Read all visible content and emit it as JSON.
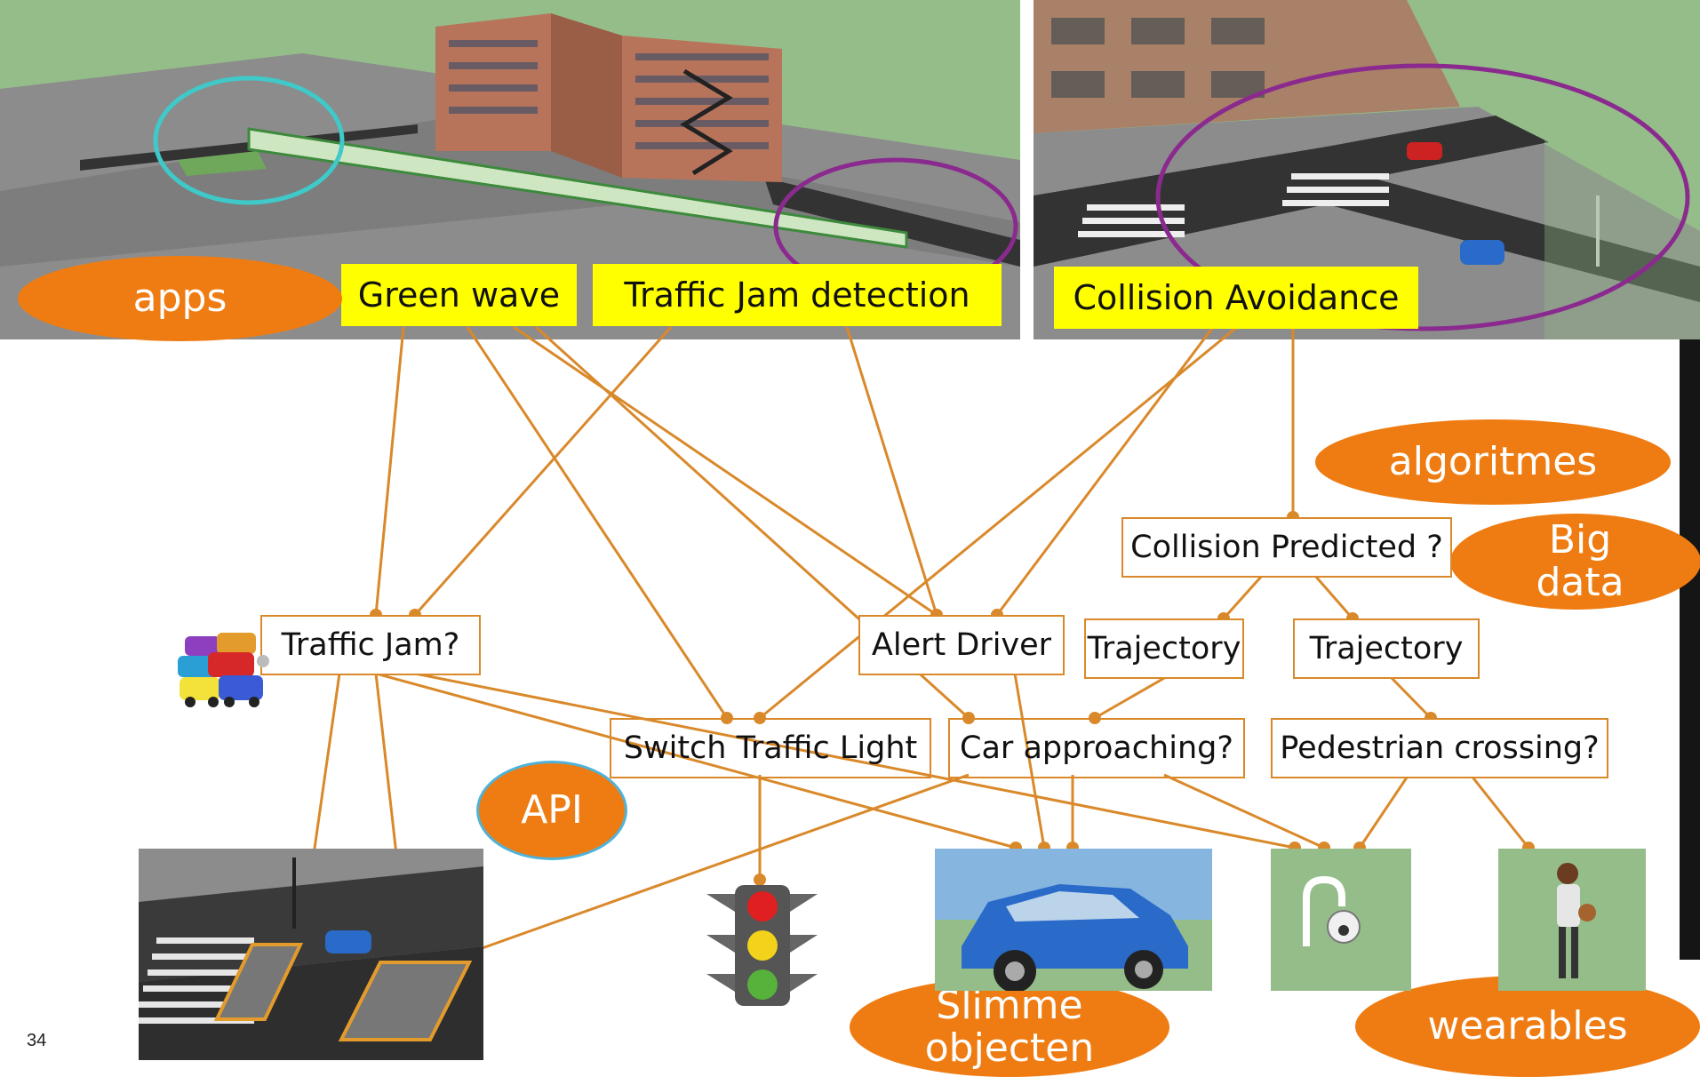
{
  "labels": {
    "apps": "apps",
    "green_wave": "Green wave",
    "traffic_jam_detection": "Traffic Jam detection",
    "collision_avoidance": "Collision Avoidance",
    "algoritmes": "algoritmes",
    "big_data": "Big data",
    "api": "API",
    "slimme_objecten": "Slimme objecten",
    "wearables": "wearables"
  },
  "nodes": {
    "collision_predicted": "Collision Predicted ?",
    "traffic_jam": "Traffic Jam?",
    "alert_driver": "Alert Driver",
    "trajectory_1": "Trajectory",
    "trajectory_2": "Trajectory",
    "switch_traffic_light": "Switch Traffic Light",
    "car_approaching": "Car approaching?",
    "pedestrian_crossing": "Pedestrian crossing?"
  },
  "page_number": "34",
  "colors": {
    "connector": "#d9892a",
    "oval": "#ef7c12",
    "highlight": "#ffff00",
    "ring_cyan": "#3fc9c9",
    "ring_purple": "#8b2a8e",
    "grass": "#95bd8a",
    "road": "#3a3a3a"
  }
}
